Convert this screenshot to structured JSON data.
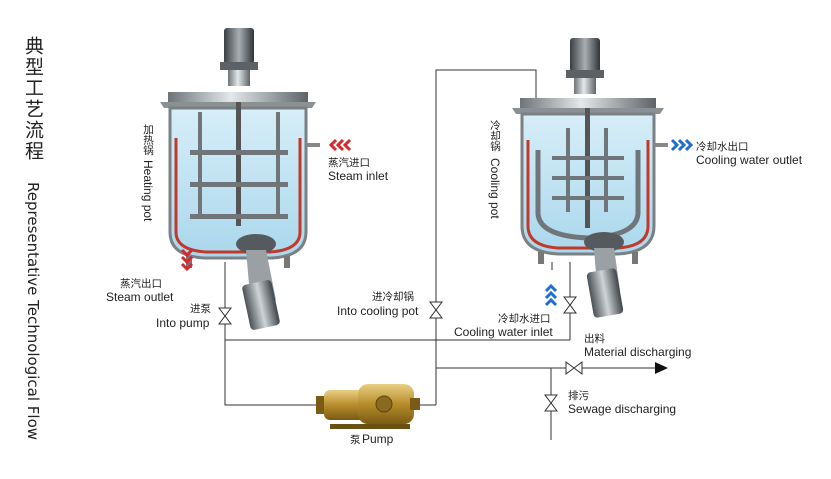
{
  "title_cn": "典型工艺流程",
  "title_en": "Representative Technological Flow",
  "heating_pot": {
    "label_cn": "加热锅",
    "label_en": "Heating pot",
    "steam_inlet_cn": "蒸汽进口",
    "steam_inlet_en": "Steam inlet",
    "steam_outlet_cn": "蒸汽出口",
    "steam_outlet_en": "Steam outlet",
    "into_pump_cn": "进泵",
    "into_pump_en": "Into pump"
  },
  "cooling_pot": {
    "label_cn": "冷却锅",
    "label_en": "Cooling pot",
    "water_outlet_cn": "冷却水出口",
    "water_outlet_en": "Cooling water outlet",
    "water_inlet_cn": "冷却水进口",
    "water_inlet_en": "Cooling water inlet"
  },
  "into_cooling_pot_cn": "进冷却锅",
  "into_cooling_pot_en": "Into cooling pot",
  "material_discharging_cn": "出料",
  "material_discharging_en": "Material discharging",
  "sewage_discharging_cn": "排污",
  "sewage_discharging_en": "Sewage discharging",
  "pump_cn": "泵",
  "pump_en": "Pump",
  "colors": {
    "steam_arrow": "#d9262b",
    "water_arrow": "#1f6fd1",
    "jacket": "#c0392b",
    "liquid": "#bfe4f3",
    "pump_body": "#c9a24a"
  }
}
